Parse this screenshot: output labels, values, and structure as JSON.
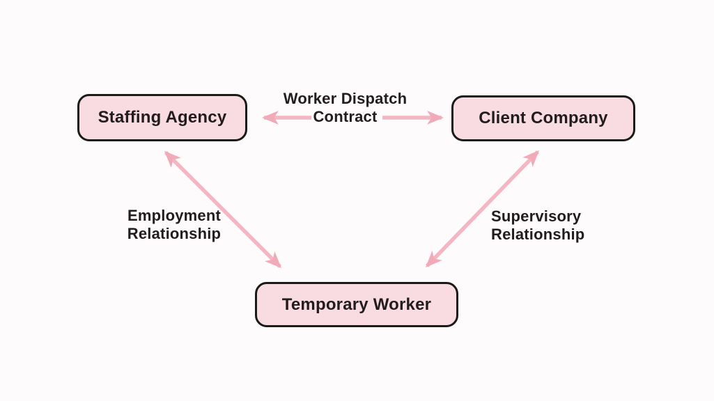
{
  "diagram": {
    "nodes": [
      {
        "id": "staffing-agency",
        "label": "Staffing Agency"
      },
      {
        "id": "client-company",
        "label": "Client Company"
      },
      {
        "id": "temporary-worker",
        "label": "Temporary Worker"
      }
    ],
    "edges": [
      {
        "id": "worker-dispatch-contract",
        "from": "Staffing Agency",
        "to": "Client Company",
        "style": "bidirectional",
        "label_line1": "Worker Dispatch",
        "label_line2": "Contract"
      },
      {
        "id": "employment-relationship",
        "from": "Staffing Agency",
        "to": "Temporary Worker",
        "style": "bidirectional",
        "label_line1": "Employment",
        "label_line2": "Relationship"
      },
      {
        "id": "supervisory-relationship",
        "from": "Client Company",
        "to": "Temporary Worker",
        "style": "bidirectional",
        "label_line1": "Supervisory",
        "label_line2": "Relationship"
      }
    ],
    "colors": {
      "background": "#fdfbfb",
      "node_fill": "#f8dce2",
      "node_border": "#1a1a1a",
      "arrow": "#f4b6c2",
      "arrowhead": "#f1aab8",
      "text": "#221c1e"
    }
  }
}
